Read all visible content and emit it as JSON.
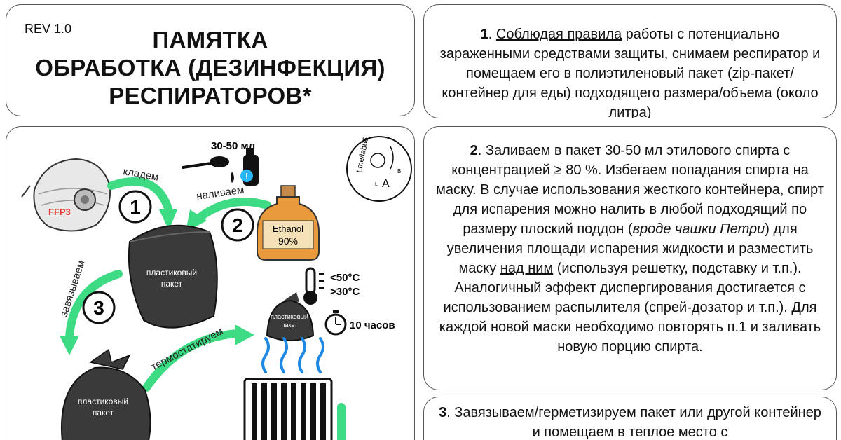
{
  "title_card": {
    "rev": "REV 1.0",
    "title_line1": "ПАМЯТКА",
    "title_line2": "ОБРАБОТКА (ДЕЗИНФЕКЦИЯ)",
    "title_line3": "РЕСПИРАТОРОВ*"
  },
  "illustration": {
    "mask_label": "FFP3",
    "step1_verb": "кладем",
    "step1_num": "1",
    "dose": "30-50 мл",
    "step2_verb": "наливаем",
    "step2_num": "2",
    "bottle_line1": "Ethanol",
    "bottle_line2": "90%",
    "bag_line1": "пластиковый",
    "bag_line2": "пакет",
    "step3_verb": "завязываем",
    "step3_num": "3",
    "temp_max": "<50°C",
    "temp_min": ">30°C",
    "duration": "10 часов",
    "step4_verb": "термостатируем",
    "stamp_text": "t.me/lab66",
    "stamp_letter_a": "A",
    "stamp_letter_b": "B",
    "stamp_letter_l": "L",
    "icons": [
      "mask-icon",
      "bag-icon",
      "bottle-icon",
      "spoon-icon",
      "spray-icon",
      "thermometer-icon",
      "timer-icon",
      "heater-icon",
      "heat-waves-icon",
      "stamp-icon"
    ],
    "colors": {
      "arrow_green": "#3ddc84",
      "bag": "#3a3a3a",
      "heat": "#1e88e5",
      "bottle": "#e89a3c"
    }
  },
  "steps": {
    "step1": {
      "num": "1",
      "p1": ". ",
      "u1": "Соблюдая правила",
      "p2": " работы с потенциально зараженными средствами защиты, снимаем респиратор и помещаем его в полиэтиленовый пакет (zip-пакет/контейнер для еды) подходящего размера/объема (около литра)"
    },
    "step2": {
      "num": "2",
      "p1": ". Заливаем в пакет 30-50 мл этилового спирта с концентрацией ≥ 80 %. Избегаем попадания спирта на маску. В случае использования жесткого контейнера, спирт для испарения можно налить в любой подходящий по размеру плоский поддон (",
      "i1": "вроде чашки Петри",
      "p2": ") для увеличения площади испарения жидкости и разместить маску ",
      "u1": "над ним",
      "p3": " (используя решетку, подставку и т.п.). Аналогичный эффект диспергирования достигается с использованием распылителя (спрей-дозатор и т.п.). Для каждой новой маски необходимо повторять п.1 и заливать новую порцию спирта."
    },
    "step3": {
      "num": "3",
      "p1": ". Завязываем/герметизируем пакет или другой контейнер и помещаем в теплое место с"
    }
  }
}
